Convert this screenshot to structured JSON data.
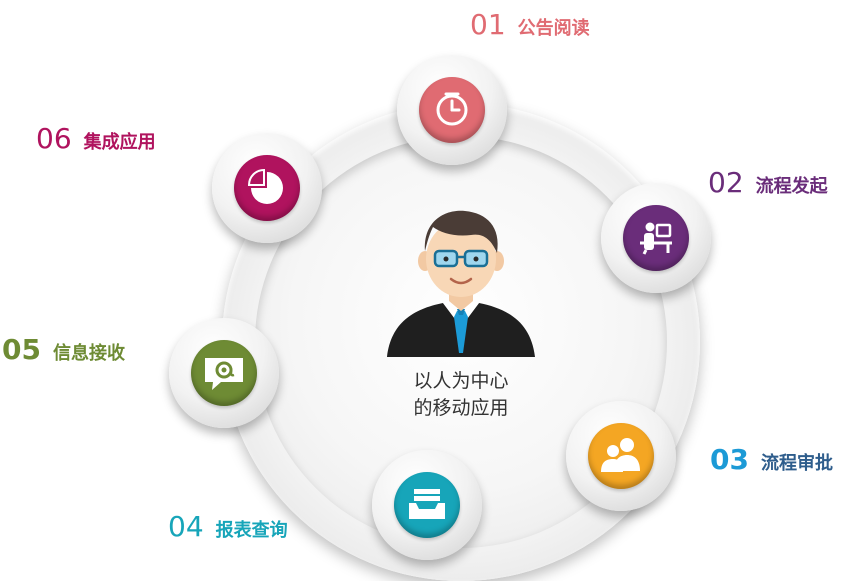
{
  "center": {
    "line1": "以人为中心",
    "line2": "的移动应用"
  },
  "items": [
    {
      "number": "01",
      "label": "公告阅读",
      "color": "#e06b72",
      "icon": "clock-icon"
    },
    {
      "number": "02",
      "label": "流程发起",
      "color": "#6a2d7a",
      "icon": "person-at-desk-icon"
    },
    {
      "number": "03",
      "label": "流程审批",
      "color": "#f4a623",
      "icon": "users-icon"
    },
    {
      "number": "04",
      "label": "报表查询",
      "color": "#17a5b9",
      "icon": "inbox-tray-icon"
    },
    {
      "number": "05",
      "label": "信息接收",
      "color": "#6e8b34",
      "icon": "at-message-icon"
    },
    {
      "number": "06",
      "label": "集成应用",
      "color": "#b0135e",
      "icon": "pie-chart-icon"
    }
  ]
}
